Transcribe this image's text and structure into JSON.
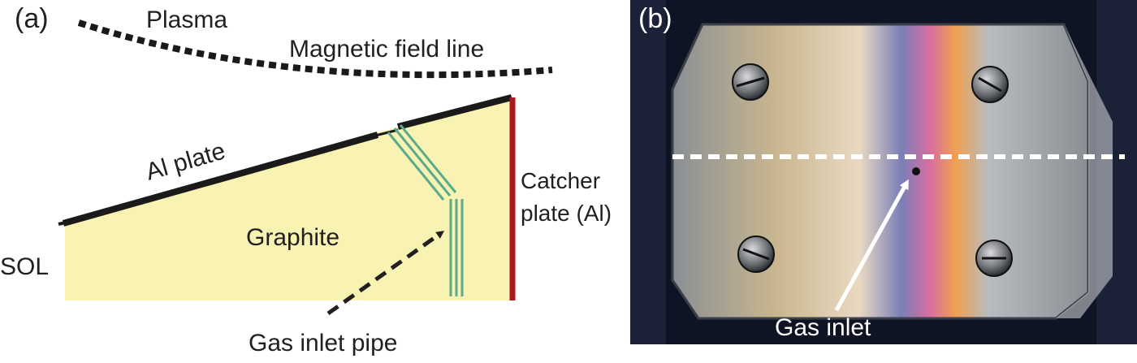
{
  "panel_a": {
    "label": "(a)",
    "plasma_label": "Plasma",
    "field_line_label": "Magnetic field line",
    "al_plate_label": "Al plate",
    "graphite_label": "Graphite",
    "sol_label": "SOL",
    "catcher_label_line1": "Catcher",
    "catcher_label_line2": "plate (Al)",
    "pipe_label": "Gas inlet pipe",
    "colors": {
      "graphite": "#f9f3b3",
      "al_plate": "#1a1a1a",
      "catcher": "#a8191e",
      "pipe": "#5aaa8e",
      "text": "#231f20"
    }
  },
  "panel_b": {
    "label": "(b)",
    "inlet_label": "Gas inlet",
    "colors": {
      "background": "#0f1424",
      "dashed_line": "#ffffff",
      "arrow": "#ffffff"
    }
  }
}
